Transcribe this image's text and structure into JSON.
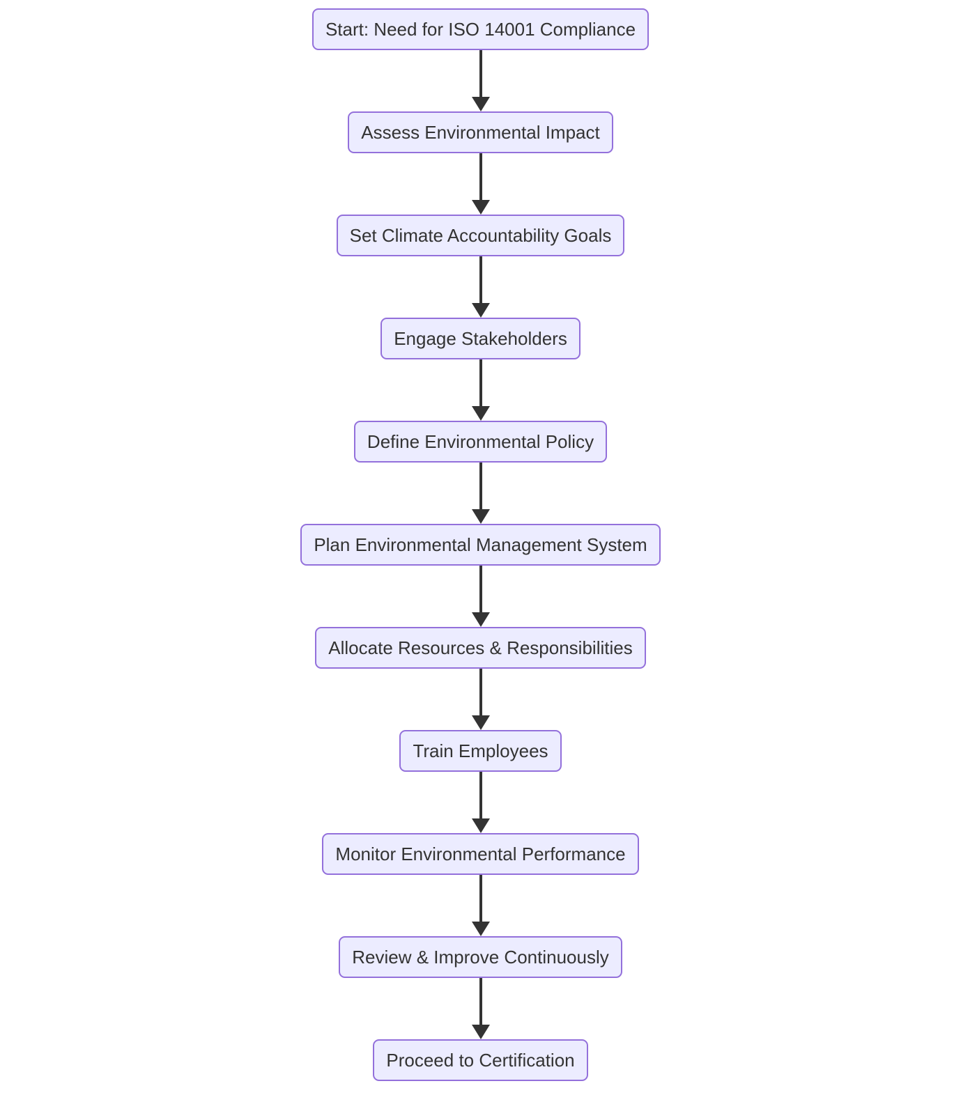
{
  "diagram": {
    "type": "flowchart",
    "direction": "top-to-bottom",
    "nodes": [
      {
        "label": "Start: Need for ISO 14001 Compliance"
      },
      {
        "label": "Assess Environmental Impact"
      },
      {
        "label": "Set Climate Accountability Goals"
      },
      {
        "label": "Engage Stakeholders"
      },
      {
        "label": "Define Environmental Policy"
      },
      {
        "label": "Plan Environmental Management System"
      },
      {
        "label": "Allocate Resources & Responsibilities"
      },
      {
        "label": "Train Employees"
      },
      {
        "label": "Monitor Environmental Performance"
      },
      {
        "label": "Review & Improve Continuously"
      },
      {
        "label": "Proceed to Certification"
      }
    ],
    "edges": [
      {
        "from": 0,
        "to": 1
      },
      {
        "from": 1,
        "to": 2
      },
      {
        "from": 2,
        "to": 3
      },
      {
        "from": 3,
        "to": 4
      },
      {
        "from": 4,
        "to": 5
      },
      {
        "from": 5,
        "to": 6
      },
      {
        "from": 6,
        "to": 7
      },
      {
        "from": 7,
        "to": 8
      },
      {
        "from": 8,
        "to": 9
      },
      {
        "from": 9,
        "to": 10
      }
    ]
  },
  "colors": {
    "node_fill": "#ECECFF",
    "node_border": "#9370DB",
    "node_text": "#333333",
    "arrow": "#333333",
    "background": "#FFFFFF"
  }
}
